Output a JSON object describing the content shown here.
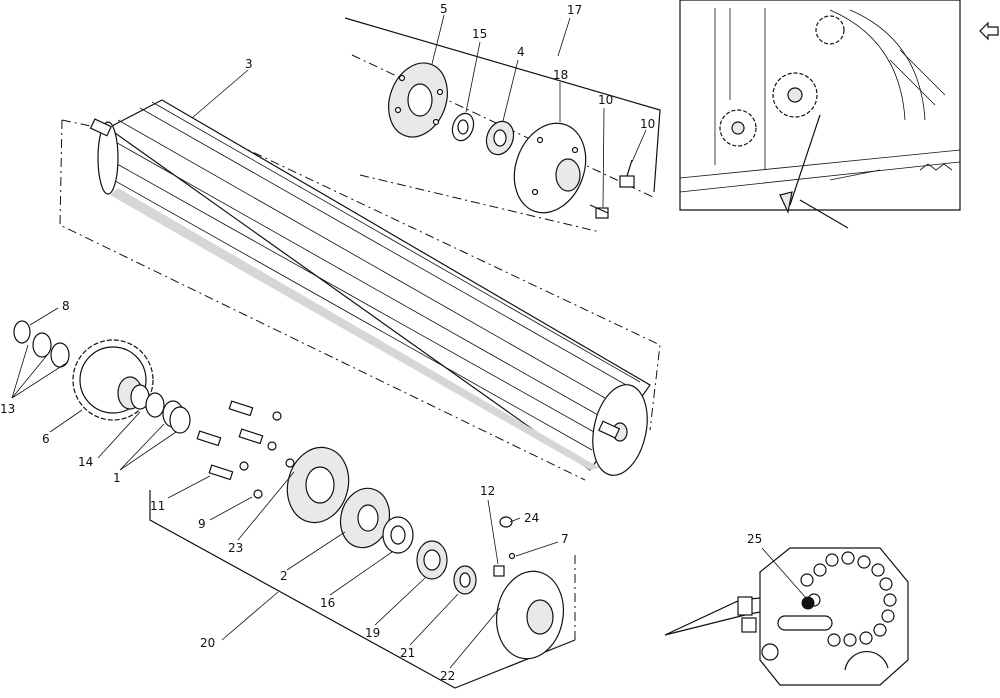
{
  "labels": {
    "p1": "1",
    "p2": "2",
    "p3": "3",
    "p4": "4",
    "p5": "5",
    "p6": "6",
    "p7": "7",
    "p8": "8",
    "p9": "9",
    "p10a": "10",
    "p10b": "10",
    "p11": "11",
    "p12": "12",
    "p13": "13",
    "p14": "14",
    "p15": "15",
    "p16": "16",
    "p17": "17",
    "p18": "18",
    "p19": "19",
    "p20": "20",
    "p21": "21",
    "p22": "22",
    "p23": "23",
    "p24": "24",
    "p25": "25"
  },
  "icons": {
    "direction_arrow": "hollow-arrow-left",
    "locator_pin": "filled-circle"
  }
}
